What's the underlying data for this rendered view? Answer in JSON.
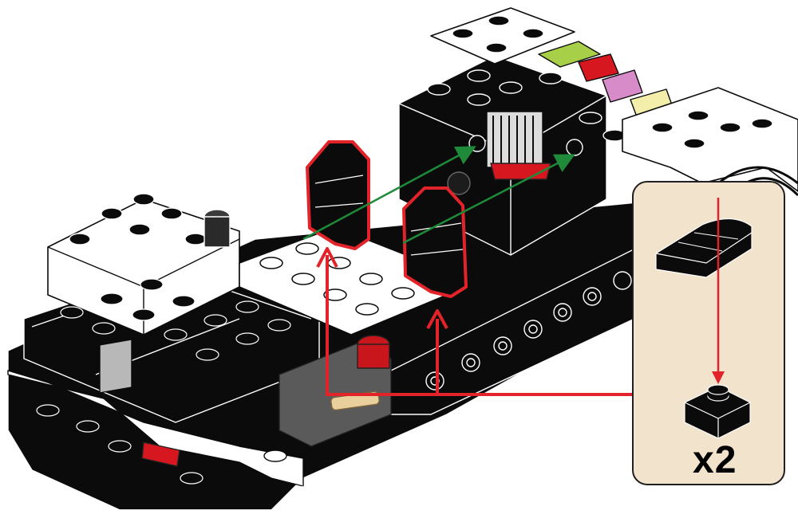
{
  "callout": {
    "quantity_label": "x2",
    "background": "#f1e3cc",
    "border": "#231f20"
  },
  "colors": {
    "brick_black": "#0b0b0b",
    "brick_white": "#ffffff",
    "highlight_red": "#e3232a",
    "arrow_green": "#1e8a3a",
    "tan_axle": "#e9cf9c",
    "dark_gray": "#5a5a5a",
    "lime": "#a8cf48",
    "pink": "#d78bc8",
    "light_yellow": "#f3eeaa"
  },
  "parts": [
    {
      "name": "curved-slope-1x2",
      "color": "black",
      "count": 2
    },
    {
      "name": "plate-1x1",
      "color": "black",
      "count": 2
    }
  ]
}
